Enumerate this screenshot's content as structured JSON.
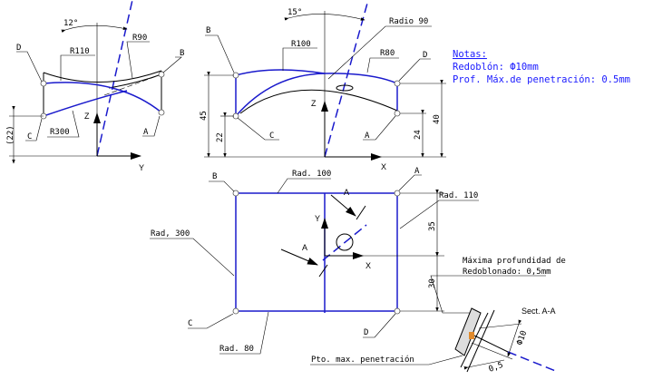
{
  "left_view": {
    "angle": "12°",
    "r110": "R110",
    "r90": "R90",
    "r300": "R300",
    "dim22": "(22)",
    "z": "Z",
    "y": "Y",
    "points": {
      "a": "A",
      "b": "B",
      "c": "C",
      "d": "D"
    }
  },
  "front_view": {
    "angle": "15°",
    "radio90": "Radio 90",
    "r100": "R100",
    "r80": "R80",
    "dim45": "45",
    "dim22": "22",
    "dim24": "24",
    "dim40": "40",
    "z": "Z",
    "x": "X",
    "points": {
      "a": "A",
      "b": "B",
      "c": "C",
      "d": "D"
    }
  },
  "notes": {
    "title": "Notas:",
    "line1": "Redoblón: Ф10mm",
    "line2": "Prof. Máx.de penetración: 0.5mm"
  },
  "top_view": {
    "rad100": "Rad. 100",
    "rad110": "Rad. 110",
    "rad300": "Rad, 300",
    "rad80": "Rad. 80",
    "dim35": "35",
    "dim30": "30",
    "x": "X",
    "y": "Y",
    "section_mark": "A",
    "points": {
      "a": "A",
      "b": "B",
      "c": "C",
      "d": "D"
    }
  },
  "section": {
    "title": "Sect. A-A",
    "depth_label_1": "Máxima profundidad de",
    "depth_label_2": "Redoblonado: 0,5mm",
    "point_label": "Pto. max. penetración",
    "dia": "Ф10",
    "depth": "0,5"
  },
  "colors": {
    "geometry": "#1a1acc",
    "notes": "#1a1aff"
  }
}
